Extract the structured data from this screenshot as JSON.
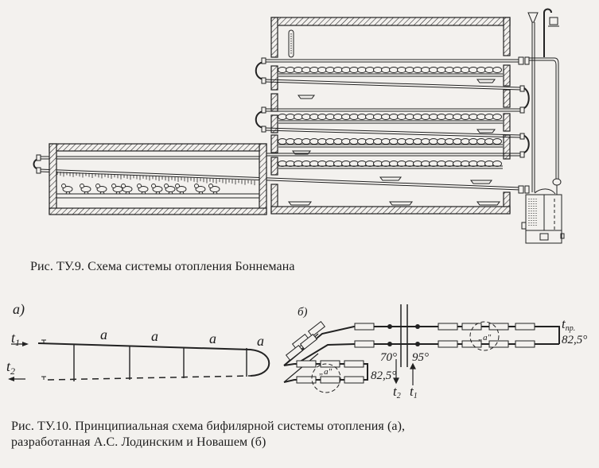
{
  "figure_9": {
    "caption_prefix": "Рис. ТУ.9.",
    "caption_text": "Схема системы отопления Боннемана",
    "elements": [
      "incubator-cabinet",
      "brooder-box",
      "hot-water-pipes",
      "boiler",
      "expansion-funnel",
      "thermometer",
      "egg-trays",
      "chicks"
    ]
  },
  "figure_10": {
    "caption_line1": "Рис.  ТУ.10.  Принципиальная схема бифилярной системы отопления  (а),",
    "caption_line2": "разработанная А.С. Лодинским и Новашем (б)",
    "panel_a": {
      "label": "а)",
      "supply_label": "t",
      "supply_sub": "1",
      "return_label": "t",
      "return_sub": "2",
      "segment_labels": [
        "а",
        "а",
        "а",
        "а"
      ]
    },
    "panel_b": {
      "label": "б)",
      "t_supply_label": "t",
      "t_supply_sub": "1",
      "t_return_label": "t",
      "t_return_sub": "2",
      "temp_return": "70°",
      "temp_supply": "95°",
      "t_pr_label": "t",
      "t_pr_sub": "пр.",
      "temp_mid_right": "82,5°",
      "temp_mid_left": "82,5°",
      "detail_labels": [
        "„а\"",
        "„а\""
      ]
    }
  }
}
